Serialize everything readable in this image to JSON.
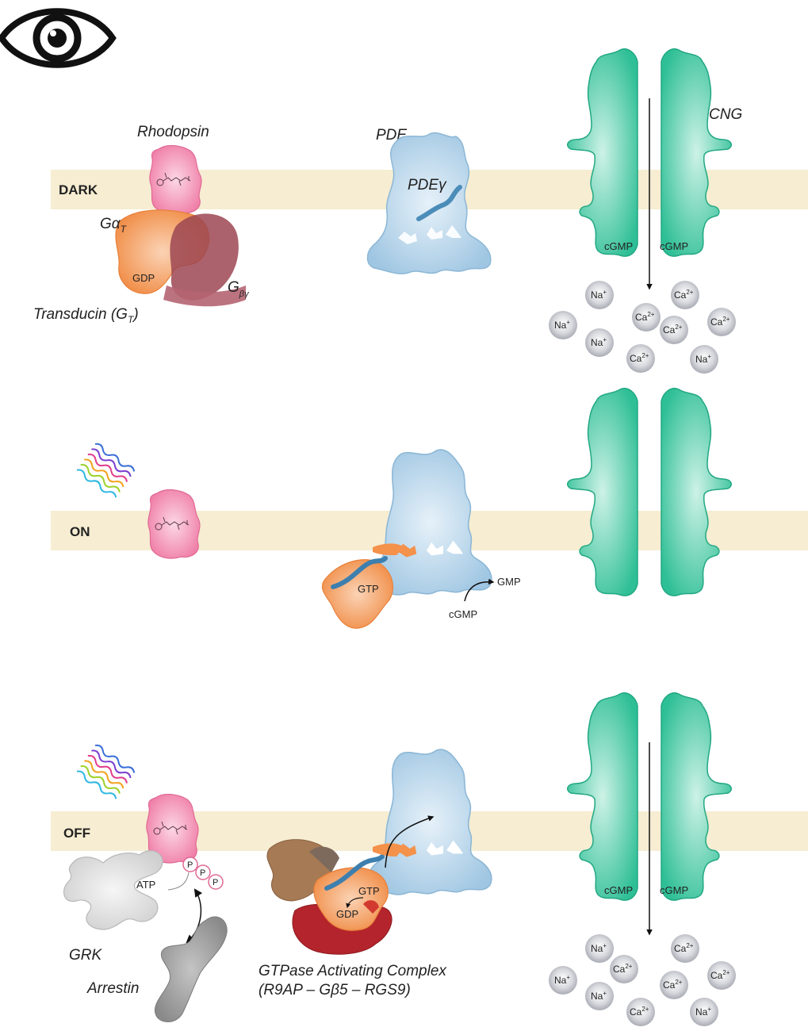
{
  "panels": {
    "dark": "DARK",
    "on": "ON",
    "off": "OFF"
  },
  "proteins": {
    "rhodopsin": "Rhodopsin",
    "pde": "PDE",
    "pde_gamma": "PDEγ",
    "cng": "CNG",
    "g_alpha": "Gα",
    "g_alpha_sub": "T",
    "g_beta_gamma": "G",
    "g_beta_gamma_sub": "βγ",
    "transducin": "Transducin (G",
    "transducin_sub": "T",
    "transducin_close": ")",
    "grk": "GRK",
    "arrestin": "Arrestin",
    "gap_line1": "GTPase Activating Complex",
    "gap_line2": "(R9AP – Gβ5 – RGS9)"
  },
  "molecules": {
    "gdp": "GDP",
    "gtp": "GTP",
    "cgmp": "cGMP",
    "gmp": "GMP",
    "atp": "ATP",
    "phosphate": "P"
  },
  "ions": {
    "na": "Na",
    "na_charge": "+",
    "ca": "Ca",
    "ca_charge": "2+"
  },
  "colors": {
    "membrane": "#f6edd2",
    "rhodopsin": "#f080a8",
    "transducin_alpha": "#f4914a",
    "transducin_beta_gamma": "#9c4652",
    "pde": "#a8cde6",
    "cng": "#2fc39a",
    "grk": "#e3e3e3",
    "arrestin": "#9a9a9a",
    "rgs9": "#b3242c",
    "gb5": "#a57a55",
    "ion": "#b9bac2"
  },
  "icons": {
    "eye": "eye-icon",
    "light": "light-wave-icon"
  }
}
